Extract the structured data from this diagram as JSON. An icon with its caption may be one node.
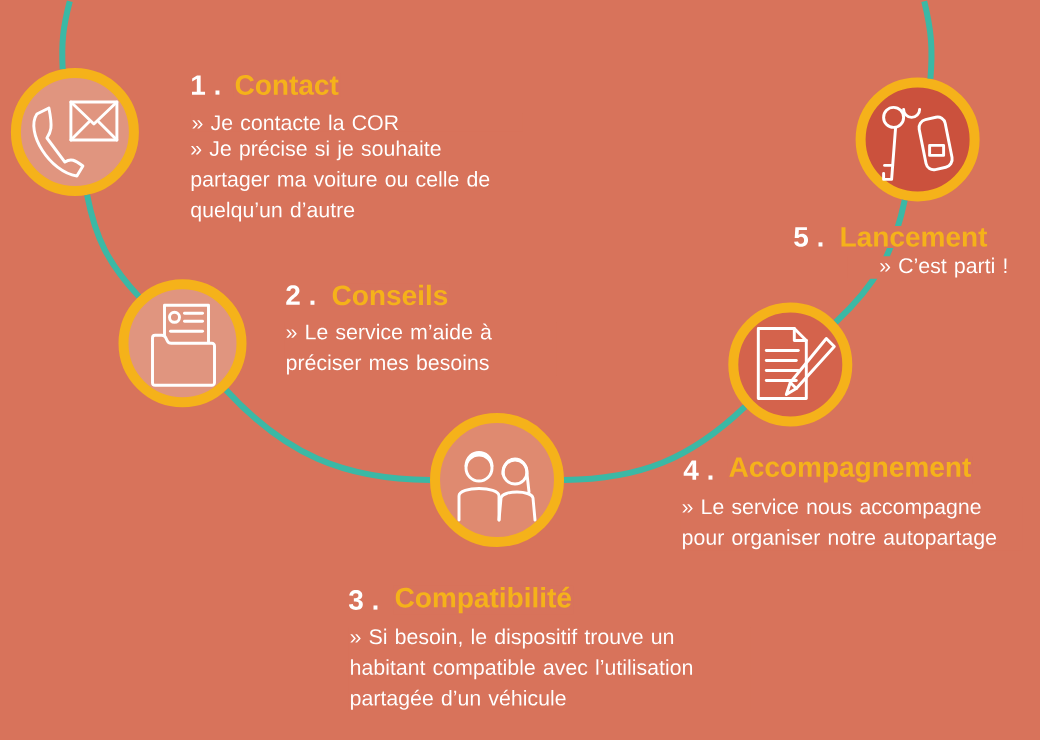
{
  "diagram": {
    "nodes": [
      {
        "text": [],
        "shape": "circle",
        "beside": [
          "1 .",
          "Contact",
          "» Je contacte la COR",
          "» Je précise si je souhaite partager ma voiture ou celle de quelqu’un d’autre"
        ]
      },
      {
        "text": [],
        "shape": "circle",
        "beside": [
          "2 .",
          "Conseils",
          "» Le service m’aide à préciser mes besoins"
        ]
      },
      {
        "text": [],
        "shape": "circle",
        "beside": [
          "3 .",
          "Compatibilité",
          "» Si besoin, le dispositif trouve un habitant compatible avec l’utilisation partagée d’un véhicule"
        ]
      },
      {
        "text": [],
        "shape": "circle",
        "beside": [
          "4 .",
          "Accompagnement",
          "» Le service nous accompagne pour organiser notre autopartage"
        ]
      },
      {
        "text": [],
        "shape": "circle",
        "beside": [
          "5 .",
          "Lancement",
          "» C’est parti !"
        ]
      }
    ],
    "edges": [
      {
        "from": null,
        "to": 0,
        "arrow": "none"
      },
      {
        "from": 0,
        "to": 1,
        "arrow": "none"
      },
      {
        "from": 1,
        "to": 2,
        "arrow": "none"
      },
      {
        "from": 2,
        "to": 3,
        "arrow": "none"
      },
      {
        "from": 3,
        "to": 4,
        "arrow": "none"
      },
      {
        "from": 4,
        "to": null,
        "arrow": "none"
      }
    ]
  }
}
